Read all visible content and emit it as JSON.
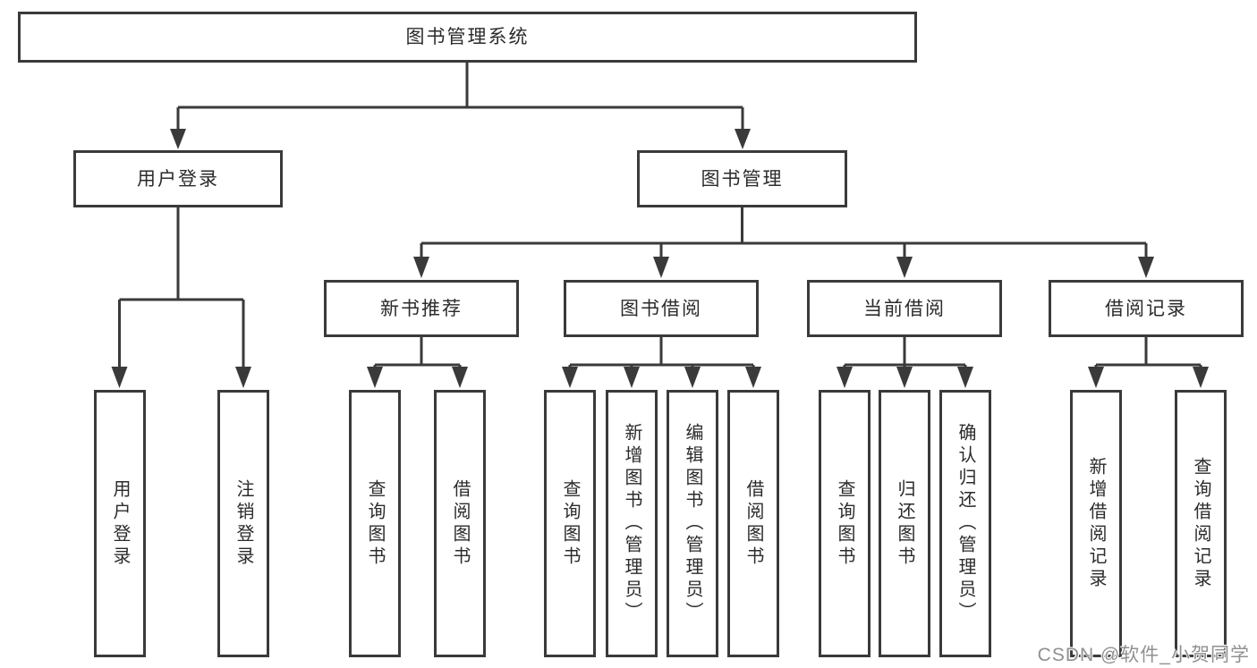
{
  "colors": {
    "background": "#ffffff",
    "line": "#3a3a3a",
    "box_border": "#3a3a3a",
    "box_fill": "#ffffff",
    "text": "#2b2b2b",
    "watermark": "#909090"
  },
  "tree": {
    "root": {
      "label": "图书管理系统",
      "children": [
        {
          "label": "用户登录",
          "children": [
            {
              "label": "用户登录"
            },
            {
              "label": "注销登录"
            }
          ]
        },
        {
          "label": "图书管理",
          "children": [
            {
              "label": "新书推荐",
              "children": [
                {
                  "label": "查询图书"
                },
                {
                  "label": "借阅图书"
                }
              ]
            },
            {
              "label": "图书借阅",
              "children": [
                {
                  "label": "查询图书"
                },
                {
                  "label": "新增图书（管理员）"
                },
                {
                  "label": "编辑图书（管理员）"
                },
                {
                  "label": "借阅图书"
                }
              ]
            },
            {
              "label": "当前借阅",
              "children": [
                {
                  "label": "查询图书"
                },
                {
                  "label": "归还图书"
                },
                {
                  "label": "确认归还（管理员）"
                }
              ]
            },
            {
              "label": "借阅记录",
              "children": [
                {
                  "label": "新增借阅记录"
                },
                {
                  "label": "查询借阅记录"
                }
              ]
            }
          ]
        }
      ]
    }
  },
  "watermark": {
    "text": "CSDN @软件_小贺同学"
  }
}
